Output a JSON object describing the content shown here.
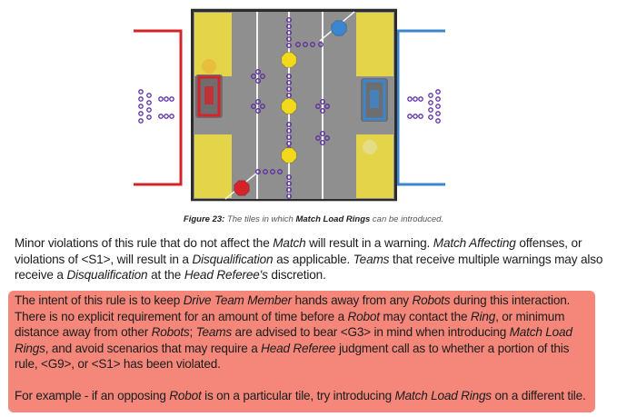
{
  "figure": {
    "caption_label": "Figure 23:",
    "caption_pre": "The tiles in which",
    "caption_term": "Match Load Rings",
    "caption_post": "can be introduced.",
    "colors": {
      "red_alliance": "#d5232a",
      "blue_alliance": "#3b86d0",
      "tile_highlight": "#e3d44a",
      "field_tile": "#8c8c8c",
      "ring": "#5b2ea0",
      "mobile_goal_neutral": "#f2d91c"
    }
  },
  "rule_text": {
    "s1": "Minor violations of this rule that do not affect the ",
    "s2": "Match",
    "s3": " will result in a warning. ",
    "s4": "Match Affecting",
    "s5": " offenses, or violations of <S1>, will result in a ",
    "s6": "Disqualification",
    "s7": " as applicable. ",
    "s8": "Teams",
    "s9": " that receive multiple warnings may also receive a ",
    "s10": "Disqualification",
    "s11": " at the ",
    "s12": "Head Referee's",
    "s13": " discretion."
  },
  "note": {
    "p1": {
      "a": "The intent of this rule is to keep ",
      "b": "Drive Team Member",
      "c": " hands away from any ",
      "d": "Robots",
      "e": " during this interac­tion.  There is no explicit requirement for an amount of time before a ",
      "f": "Robot",
      "g": " may contact the ",
      "h": "Ring",
      "i": ", or minimum distance away from other ",
      "j": "Robots",
      "k": "; ",
      "l": "Teams",
      "m": " are advised to bear <G3> in mind when introducing ",
      "n": "Match Load Rings",
      "o": ", and avoid scenarios that may require a ",
      "p": "Head Referee",
      "q": " judgment call as to whether a portion of this rule, <G9>, or <S1> has been violated."
    },
    "p2": {
      "a": "For example - if an opposing ",
      "b": "Robot",
      "c": " is on a particular tile, try introducing ",
      "d": "Match Load Rings",
      "e": " on a differ­ent tile."
    },
    "background_color": "#f5877a"
  }
}
